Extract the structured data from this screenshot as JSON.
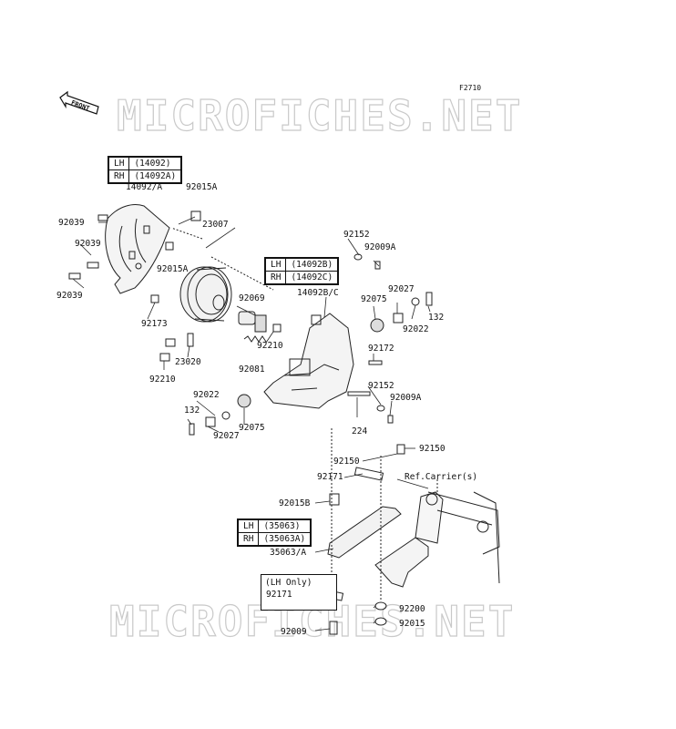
{
  "figure_code": "F2710",
  "watermark_text": "MICROFICHES.NET",
  "front_arrow_text": "FRONT",
  "tables": {
    "headlight_bracket": {
      "rows": [
        {
          "side": "LH",
          "part": "(14092)"
        },
        {
          "side": "RH",
          "part": "(14092A)"
        }
      ]
    },
    "headlight_cover": {
      "rows": [
        {
          "side": "LH",
          "part": "(14092B)"
        },
        {
          "side": "RH",
          "part": "(14092C)"
        }
      ]
    },
    "stay": {
      "rows": [
        {
          "side": "LH",
          "part": "(35063)"
        },
        {
          "side": "RH",
          "part": "(35063A)"
        }
      ]
    }
  },
  "lh_only_note": "(LH Only)",
  "ref_text": "Ref.Carrier(s)",
  "labels": {
    "p14092A": "14092/A",
    "p92015A_top": "92015A",
    "p92039_a": "92039",
    "p92039_b": "92039",
    "p92039_c": "92039",
    "p23007": "23007",
    "p92015A_mid": "92015A",
    "p92173": "92173",
    "p92069": "92069",
    "p92210_a": "92210",
    "p23020": "23020",
    "p92210_b": "92210",
    "p92081": "92081",
    "p92022_a": "92022",
    "p132_a": "132",
    "p92027_a": "92027",
    "p92075_a": "92075",
    "p224": "224",
    "p92152_a": "92152",
    "p92009A_a": "92009A",
    "p14092BC": "14092B/C",
    "p92027_b": "92027",
    "p92075_b": "92075",
    "p92022_b": "92022",
    "p132_b": "132",
    "p92172": "92172",
    "p92152_b": "92152",
    "p92009A_b": "92009A",
    "p92150_a": "92150",
    "p92150_b": "92150",
    "p92171_a": "92171",
    "p92015B": "92015B",
    "p35063A": "35063/A",
    "p92171_b": "92171",
    "p92200": "92200",
    "p92015": "92015",
    "p92009": "92009"
  }
}
